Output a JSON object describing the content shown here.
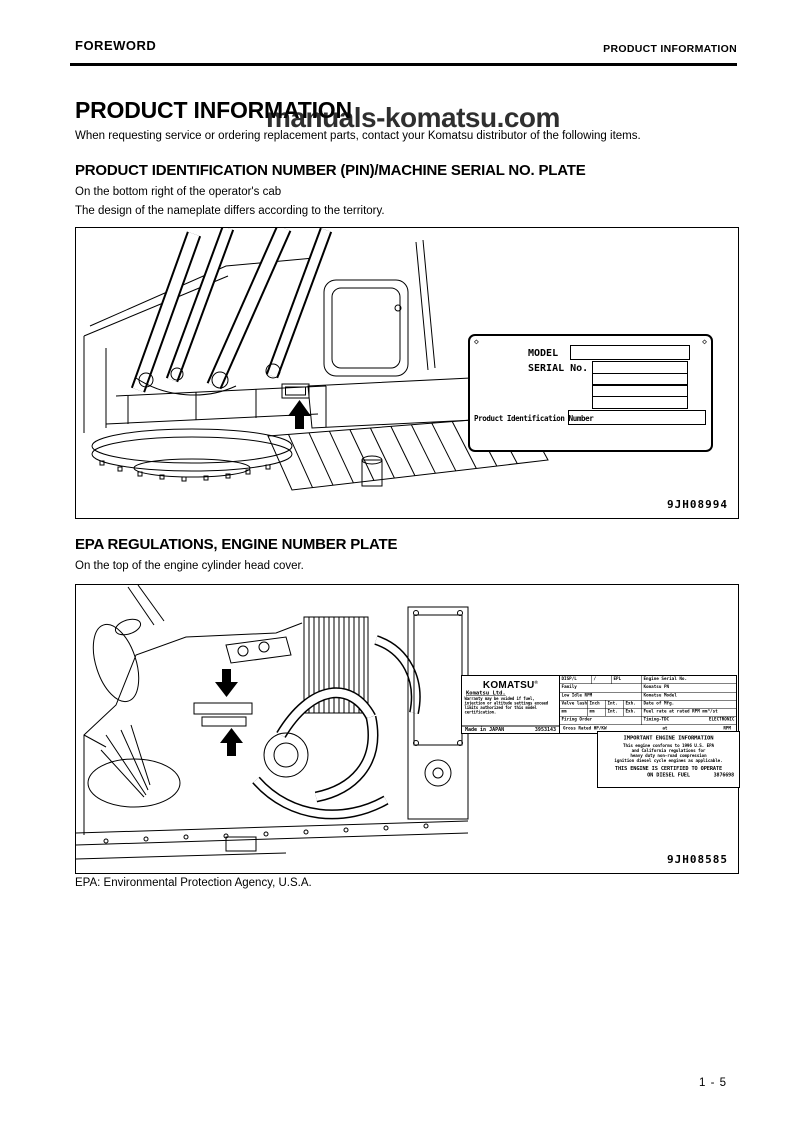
{
  "header": {
    "left": "FOREWORD",
    "right": "PRODUCT INFORMATION"
  },
  "watermark": "manuals-komatsu.com",
  "title": "PRODUCT INFORMATION",
  "intro": "When requesting service or ordering replacement parts, contact your Komatsu distributor of the following items.",
  "section_pin": {
    "heading": "PRODUCT IDENTIFICATION NUMBER (PIN)/MACHINE SERIAL NO. PLATE",
    "line1": "On the bottom right of the operator's cab",
    "line2": "The design of the nameplate differs according to the territory.",
    "figure_code": "9JH08994",
    "plate": {
      "hole_glyph": "◇",
      "model_label": "MODEL",
      "serial_label": "SERIAL No.",
      "pin_label": "Product Identification Number"
    }
  },
  "section_epa": {
    "heading": "EPA REGULATIONS, ENGINE NUMBER PLATE",
    "line1": "On the top of the engine cylinder head cover.",
    "figure_code": "9JH08585",
    "plate": {
      "brand": "KOMATSU",
      "brand_reg": "®",
      "company": "Komatsu Ltd.",
      "small_print": "Warranty may be voided if fuel, injection or altitude settings exceed limits authorized for this model certification.",
      "made_in": "Made in JAPAN",
      "stamp_no": "3953143",
      "table": {
        "r1a": "DISP/L",
        "r1b": "/",
        "r1c": "EPL",
        "r1r": "Engine Serial No.",
        "r2l": "Family",
        "r2r": "Komatsu PN",
        "r3l": "Low Idle RPM",
        "r3r": "Komatsu Model",
        "r4l": "Valve lash",
        "r4a": "Inch",
        "r4b": "Int.",
        "r4c": "Exh.",
        "r4r": "Date of Mfg.",
        "r5l": "mm",
        "r5a": "mm",
        "r5b": "Int.",
        "r5c": "Exh.",
        "r5r": "Fuel rate at rated RPM  mm³/st",
        "r6l": "Firing Order",
        "r6r1": "Timing-TDC",
        "r6r2": "ELECTRONIC",
        "r7a": "Gross Rated HP/KW",
        "r7b": "at",
        "r7c": "RPM"
      },
      "important": {
        "title": "IMPORTANT ENGINE INFORMATION",
        "body_lines": [
          "This engine conforms to 1996 U.S. EPA",
          "and California regulations for",
          "heavy duty non-road compression",
          "ignition diesel cycle engines as applicable."
        ],
        "cert1": "THIS ENGINE IS CERTIFIED TO OPERATE",
        "cert2": "ON DIESEL FUEL",
        "number": "3876698"
      }
    }
  },
  "footnote": "EPA: Environmental Protection Agency, U.S.A.",
  "page_number": "1 - 5"
}
